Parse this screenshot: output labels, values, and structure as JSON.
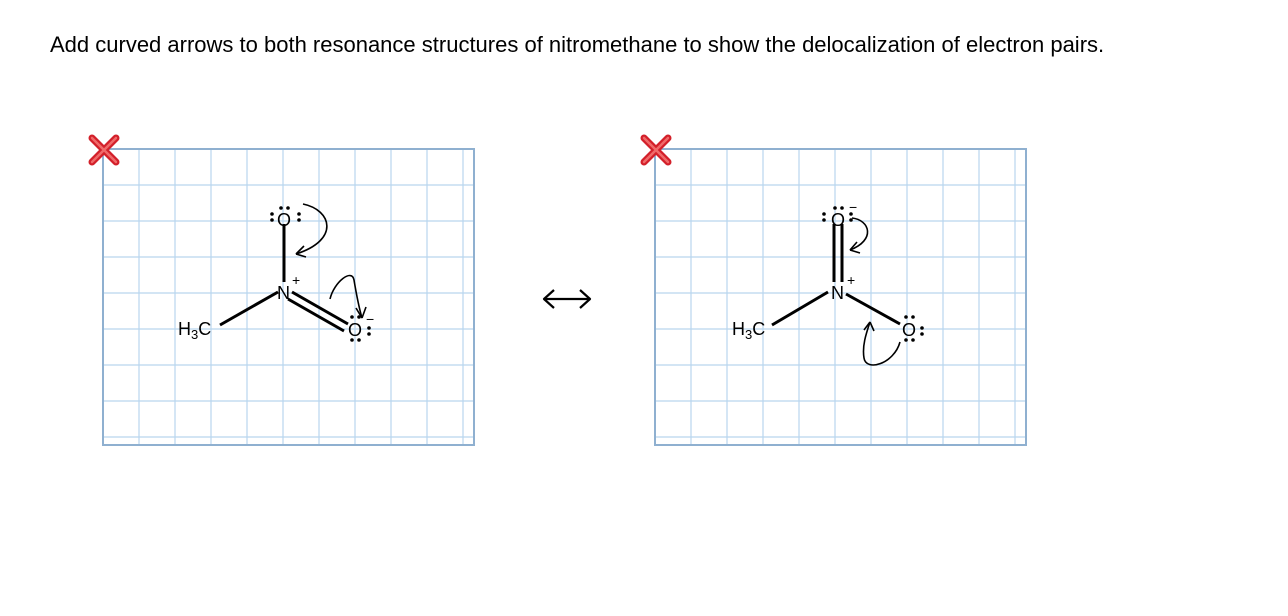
{
  "question": {
    "text": "Add curved arrows to both resonance structures of nitromethane to show the delocalization of electron pairs."
  },
  "colors": {
    "grid_line": "#b9d5ee",
    "grid_border": "#8fb0d0",
    "delete_red": "#d3202a",
    "ink": "#000000"
  },
  "structure_1": {
    "delete_icon": "red-x-icon",
    "labels": {
      "methyl_h": "H",
      "methyl_sub": "3",
      "methyl_c": "C",
      "nitrogen": "N",
      "nitrogen_charge": "+",
      "oxygen_top": "O",
      "oxygen_right": "O",
      "oxygen_right_charge": "−"
    }
  },
  "resonance_symbol": "double-headed-arrow-icon",
  "structure_2": {
    "delete_icon": "red-x-icon",
    "labels": {
      "methyl_h": "H",
      "methyl_sub": "3",
      "methyl_c": "C",
      "nitrogen": "N",
      "nitrogen_charge": "+",
      "oxygen_top": "O",
      "oxygen_top_charge": "−",
      "oxygen_right": "O"
    }
  }
}
